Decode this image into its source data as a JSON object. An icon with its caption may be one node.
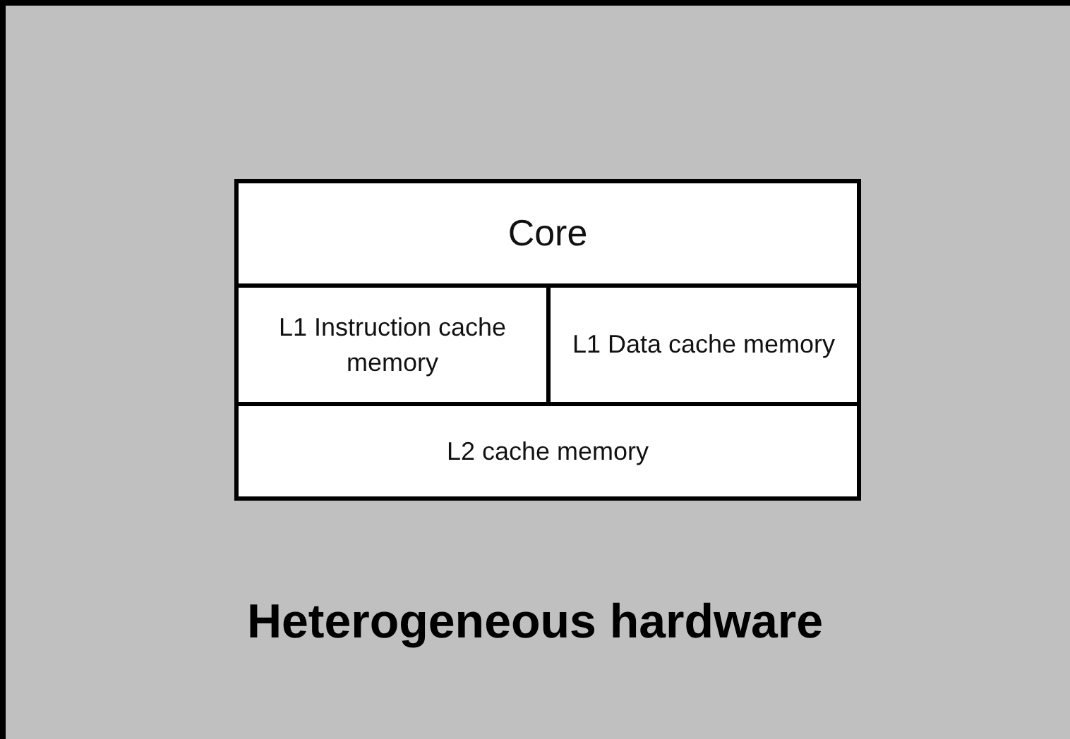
{
  "diagram": {
    "nodes": [
      {
        "text": [
          "Heterogeneous hardware"
        ]
      },
      {
        "text": [
          "Core"
        ],
        "in": 0
      },
      {
        "text": [
          "L1 Instruction cache memory"
        ],
        "in": 0
      },
      {
        "text": [
          "L1 Data cache memory"
        ],
        "in": 0
      },
      {
        "text": [
          "L2 cache memory"
        ],
        "in": 0
      }
    ]
  }
}
